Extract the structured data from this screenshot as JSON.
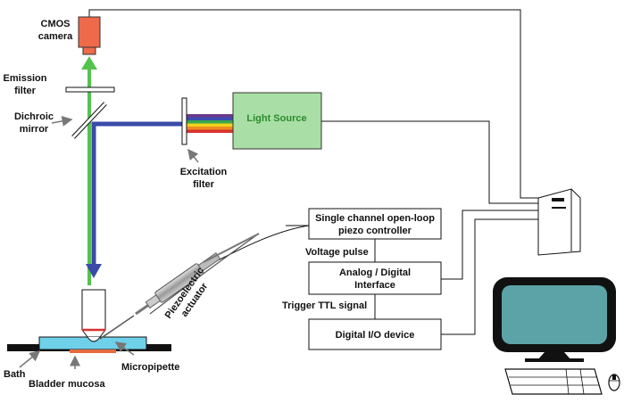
{
  "labels": {
    "camera_line1": "CMOS",
    "camera_line2": "camera",
    "emission_line1": "Emission",
    "emission_line2": "filter",
    "dichroic_line1": "Dichroic",
    "dichroic_line2": "mirror",
    "light_source": "Light Source",
    "excitation_line1": "Excitation",
    "excitation_line2": "filter",
    "piezo_controller_line1": "Single channel open-loop",
    "piezo_controller_line2": "piezo controller",
    "voltage_pulse": "Voltage pulse",
    "interface_line1": "Analog / Digital",
    "interface_line2": "Interface",
    "trigger": "Trigger TTL signal",
    "digital_io": "Digital I/O device",
    "actuator_line1": "Piezoelectric",
    "actuator_line2": "actuator",
    "bath": "Bath",
    "micropipette": "Micropipette",
    "bladder": "Bladder mucosa"
  },
  "colors": {
    "camera": "#ef6a4a",
    "light_source_fill": "#a9dfa6",
    "light_source_text": "#2e8a2e",
    "emission_beam": "#55c24f",
    "excitation_beam": "#3a4aa8",
    "bath": "#6fd0ea",
    "tissue": "#e66a3e",
    "monitor_screen": "#5ba3a6",
    "spectrum": [
      "#6c3a8e",
      "#3b4cb0",
      "#3aa64a",
      "#f2d21c",
      "#ee8a22",
      "#d8322f"
    ]
  },
  "icons": [
    "camera-icon",
    "computer-tower-icon",
    "monitor-icon",
    "keyboard-icon",
    "mouse-icon",
    "objective-lens-icon",
    "micropipette-icon",
    "piezo-actuator-icon"
  ]
}
